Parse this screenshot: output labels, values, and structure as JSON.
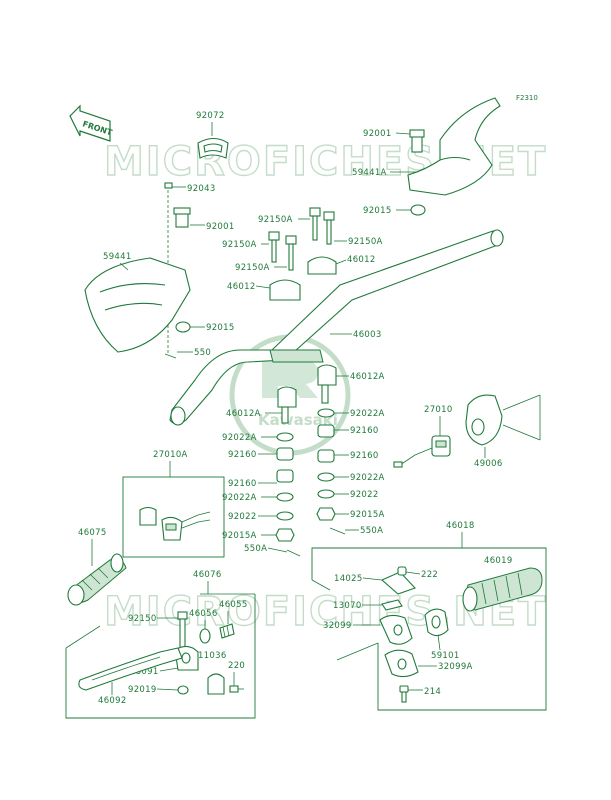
{
  "ref_code": "F2310",
  "watermark": "MICROFICHES.NET",
  "logo_text": "Kawasaki",
  "front_label": "FRONT",
  "labels": {
    "l92072": "92072",
    "l92001a": "92001",
    "l59441A": "59441A",
    "l92015a": "92015",
    "l92043": "92043",
    "l92001b": "92001",
    "l59441": "59441",
    "l92015b": "92015",
    "l550a": "550",
    "l92150A1": "92150A",
    "l92150A2": "92150A",
    "l92150A3": "92150A",
    "l92150A4": "92150A",
    "l46012a": "46012",
    "l46012b": "46012",
    "l46003": "46003",
    "l46012A1": "46012A",
    "l46012A2": "46012A",
    "l92022A1": "92022A",
    "l92022A2": "92022A",
    "l92022A3": "92022A",
    "l92022A4": "92022A",
    "l92160a": "92160",
    "l92160b": "92160",
    "l92160c": "92160",
    "l92160d": "92160",
    "l92022a": "92022",
    "l92022b": "92022",
    "l92015A1": "92015A",
    "l92015A2": "92015A",
    "l550A1": "550A",
    "l550A2": "550A",
    "l27010": "27010",
    "l49006": "49006",
    "l27010A": "27010A",
    "l46075": "46075",
    "l46018": "46018",
    "l46019": "46019",
    "l14025": "14025",
    "l222": "222",
    "l13070": "13070",
    "l32099": "32099",
    "l59101": "59101",
    "l32099A": "32099A",
    "l214": "214",
    "l46076": "46076",
    "l92150": "92150",
    "l46056": "46056",
    "l46055": "46055",
    "l11036": "11036",
    "l13091": "13091",
    "l220": "220",
    "l92019": "92019",
    "l46092": "46092"
  }
}
